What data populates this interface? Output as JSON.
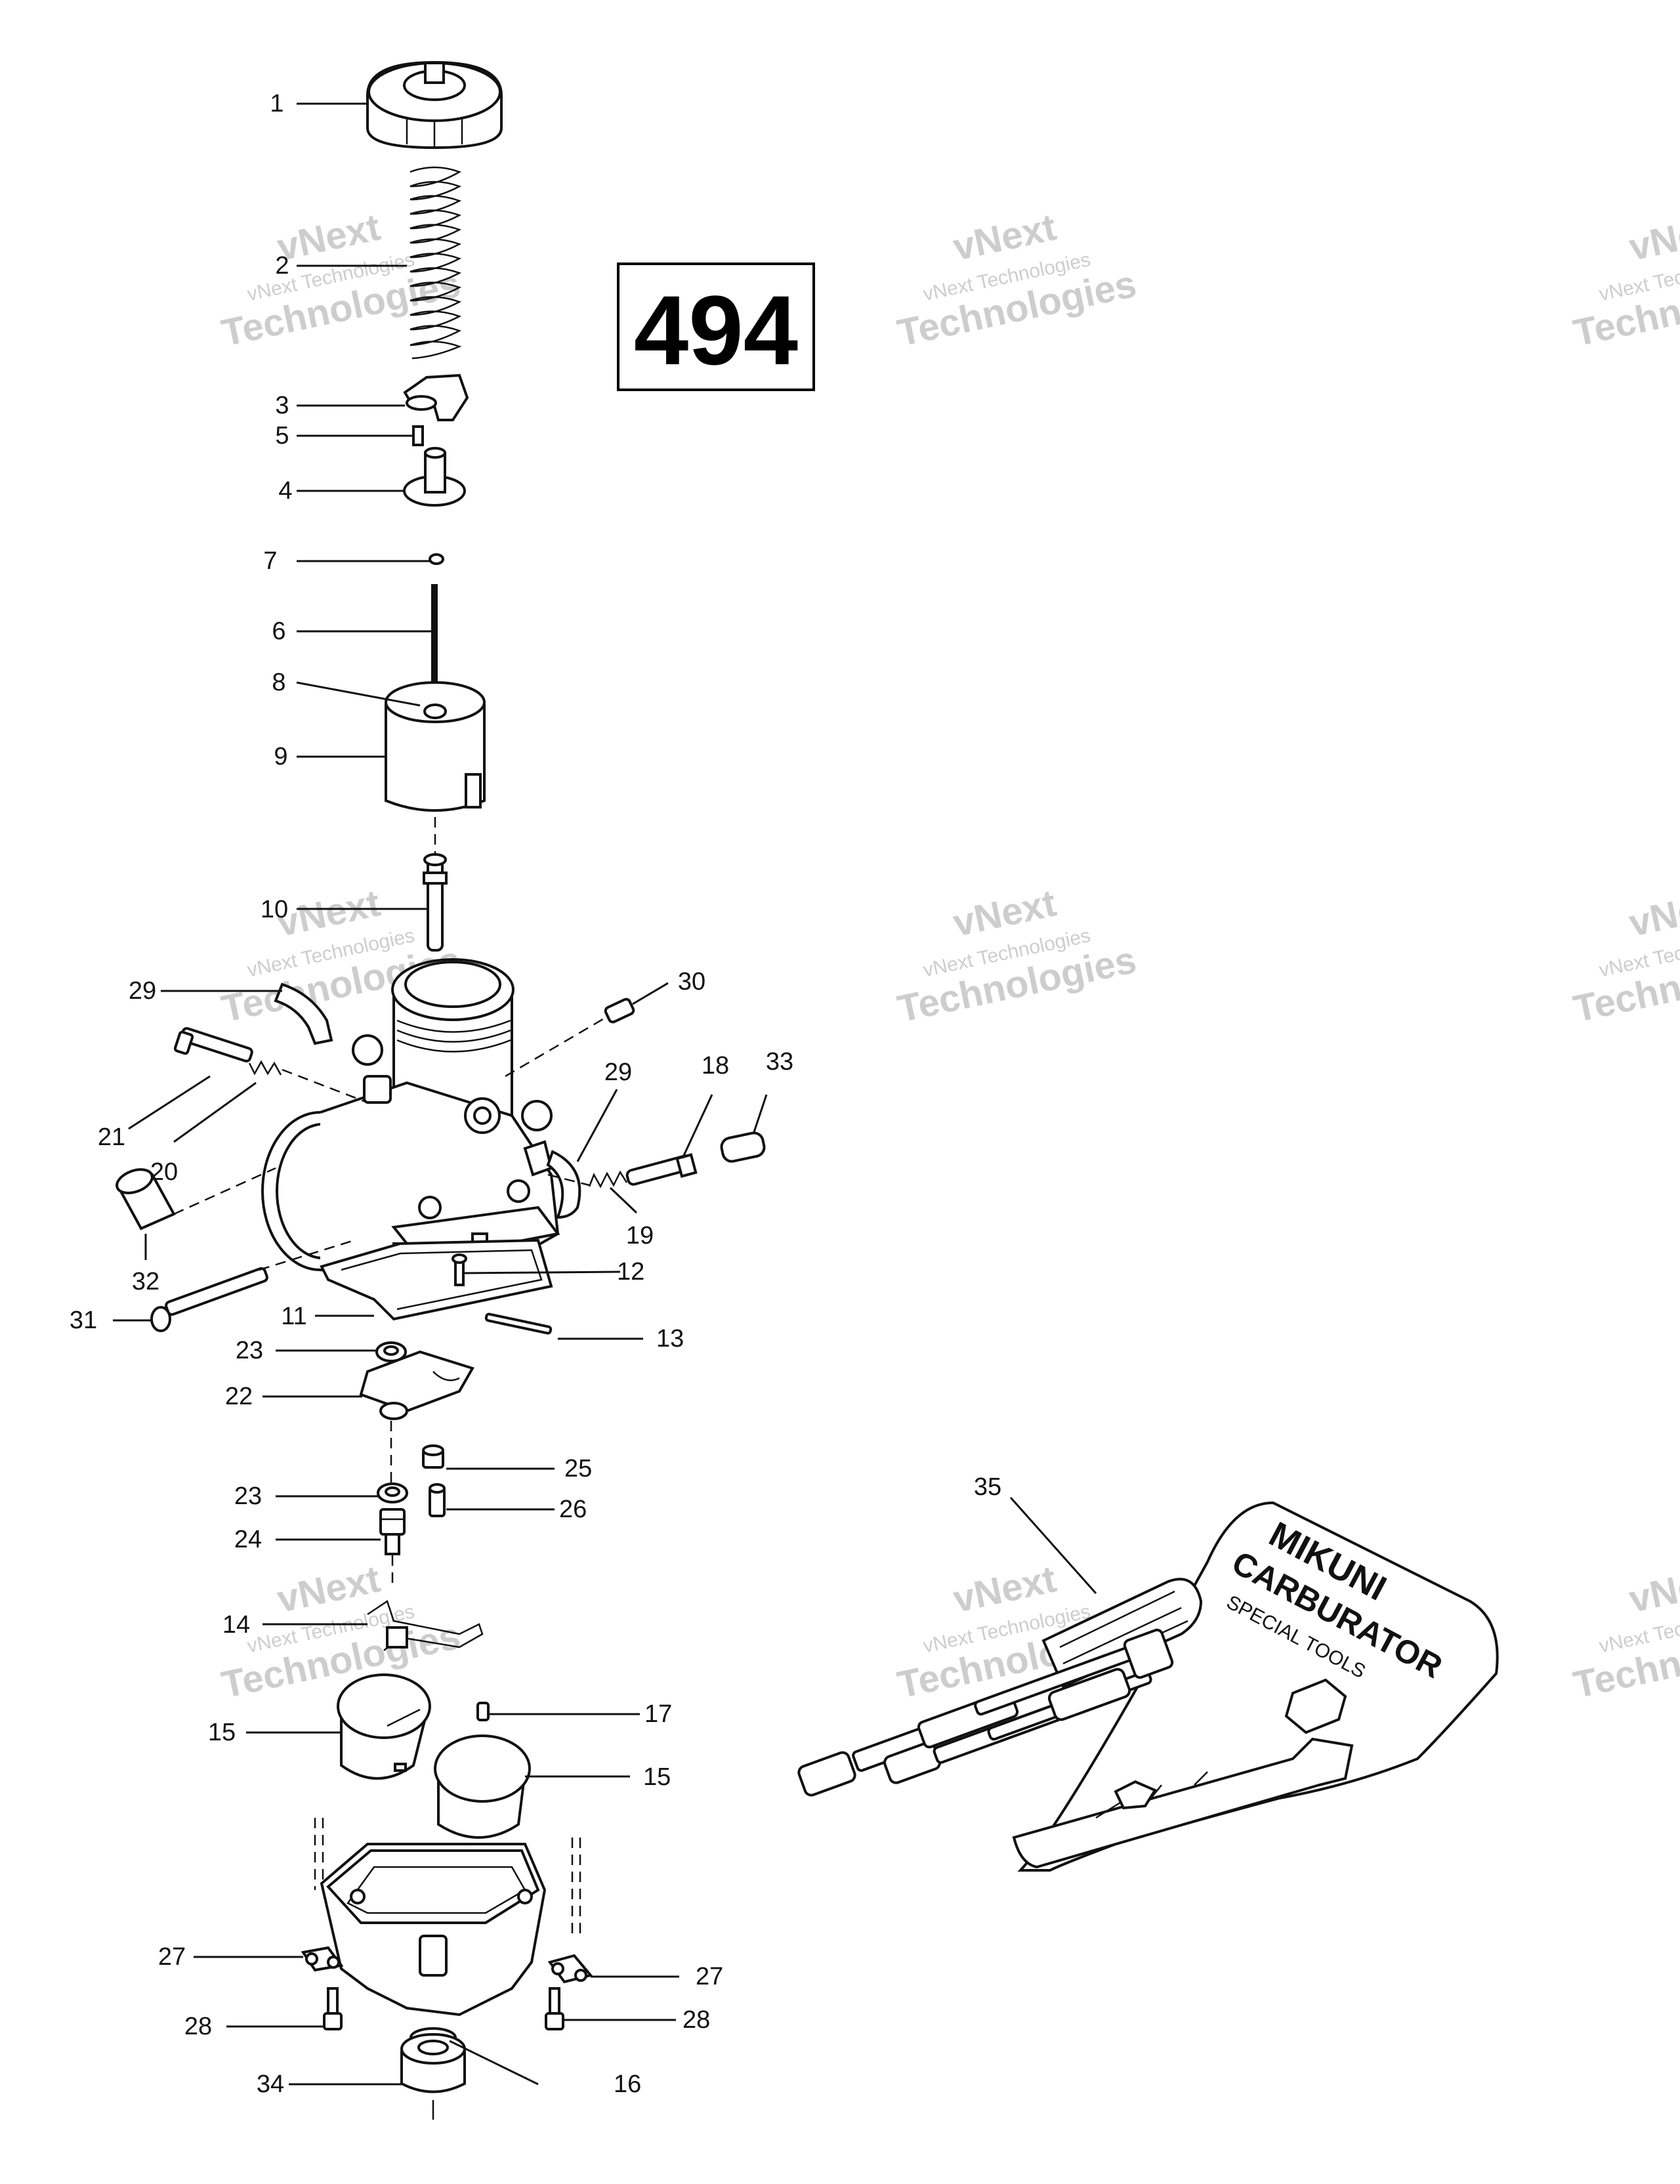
{
  "page_number": "494",
  "watermark": {
    "line1": "vNext",
    "line2": "vNext Technologies",
    "line3": "Technologies"
  },
  "tool_kit_text": {
    "brand": "MIKUNI",
    "line2": "CARBURATOR",
    "line3": "SPECIAL TOOLS"
  },
  "callouts": [
    {
      "id": "c1",
      "text": "1"
    },
    {
      "id": "c2",
      "text": "2"
    },
    {
      "id": "c3",
      "text": "3"
    },
    {
      "id": "c5",
      "text": "5"
    },
    {
      "id": "c4",
      "text": "4"
    },
    {
      "id": "c7",
      "text": "7"
    },
    {
      "id": "c6",
      "text": "6"
    },
    {
      "id": "c8",
      "text": "8"
    },
    {
      "id": "c9",
      "text": "9"
    },
    {
      "id": "c10",
      "text": "10"
    },
    {
      "id": "c29a",
      "text": "29"
    },
    {
      "id": "c30",
      "text": "30"
    },
    {
      "id": "c29b",
      "text": "29"
    },
    {
      "id": "c18",
      "text": "18"
    },
    {
      "id": "c33",
      "text": "33"
    },
    {
      "id": "c21",
      "text": "21"
    },
    {
      "id": "c20",
      "text": "20"
    },
    {
      "id": "c19",
      "text": "19"
    },
    {
      "id": "c32",
      "text": "32"
    },
    {
      "id": "c12",
      "text": "12"
    },
    {
      "id": "c31",
      "text": "31"
    },
    {
      "id": "c11",
      "text": "11"
    },
    {
      "id": "c13",
      "text": "13"
    },
    {
      "id": "c23a",
      "text": "23"
    },
    {
      "id": "c22",
      "text": "22"
    },
    {
      "id": "c25",
      "text": "25"
    },
    {
      "id": "c23b",
      "text": "23"
    },
    {
      "id": "c26",
      "text": "26"
    },
    {
      "id": "c24",
      "text": "24"
    },
    {
      "id": "c14",
      "text": "14"
    },
    {
      "id": "c17",
      "text": "17"
    },
    {
      "id": "c15a",
      "text": "15"
    },
    {
      "id": "c15b",
      "text": "15"
    },
    {
      "id": "c27a",
      "text": "27"
    },
    {
      "id": "c27b",
      "text": "27"
    },
    {
      "id": "c28a",
      "text": "28"
    },
    {
      "id": "c28b",
      "text": "28"
    },
    {
      "id": "c34",
      "text": "34"
    },
    {
      "id": "c16",
      "text": "16"
    },
    {
      "id": "c35",
      "text": "35"
    }
  ]
}
